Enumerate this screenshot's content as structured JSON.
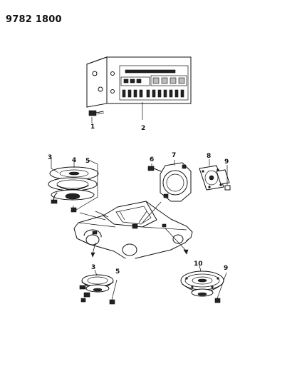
{
  "header": {
    "code": "9782 1800"
  },
  "callouts": {
    "c1": "1",
    "c2": "2",
    "c3a": "3",
    "c4": "4",
    "c5a": "5",
    "c6": "6",
    "c7": "7",
    "c8": "8",
    "c9a": "9",
    "c3b": "3",
    "c5b": "5",
    "c10": "10",
    "c9b": "9"
  }
}
